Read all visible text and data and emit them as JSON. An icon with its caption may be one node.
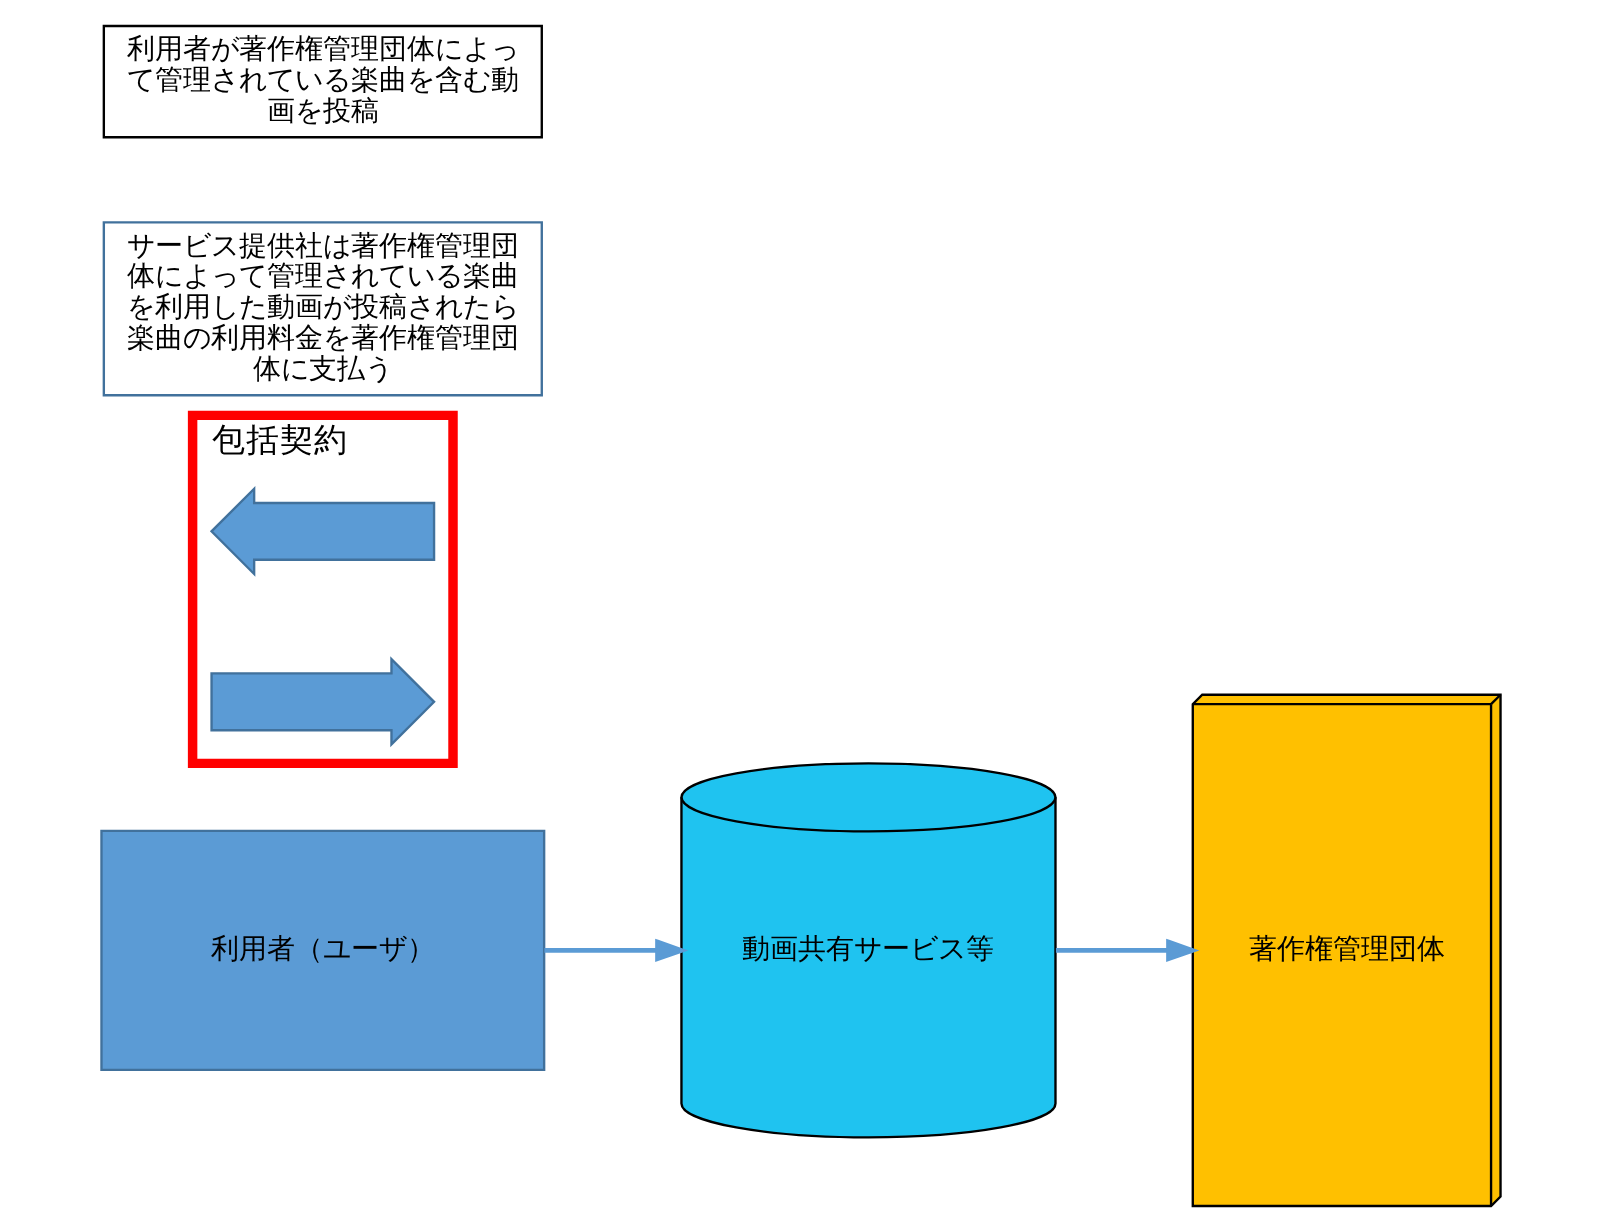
{
  "diagram": {
    "nodes": [
      {
        "text": [
          "著作権管理団体"
        ]
      },
      {
        "text": [
          "包括契約"
        ]
      },
      {
        "text": [],
        "shape": "arrow",
        "in": 1
      },
      {
        "text": [],
        "shape": "arrow",
        "in": 1
      },
      {
        "text": [
          "動画共有サービス等"
        ]
      },
      {
        "text": [
          "利用者（ユーザ）"
        ]
      },
      {
        "text": [
          "サービス提供社は著作権管理団体によって管理されている楽曲を利用した動画が投稿されたら楽曲の利用料金を著作権管理団体に支払う"
        ]
      },
      {
        "text": [
          "利用者が著作権管理団体によって管理されている楽曲を含む動画を投稿"
        ]
      }
    ],
    "edges": [
      {
        "from": 5,
        "to": 4,
        "arrow": "to"
      },
      {
        "from": 4,
        "to": 0,
        "arrow": "to"
      }
    ]
  }
}
